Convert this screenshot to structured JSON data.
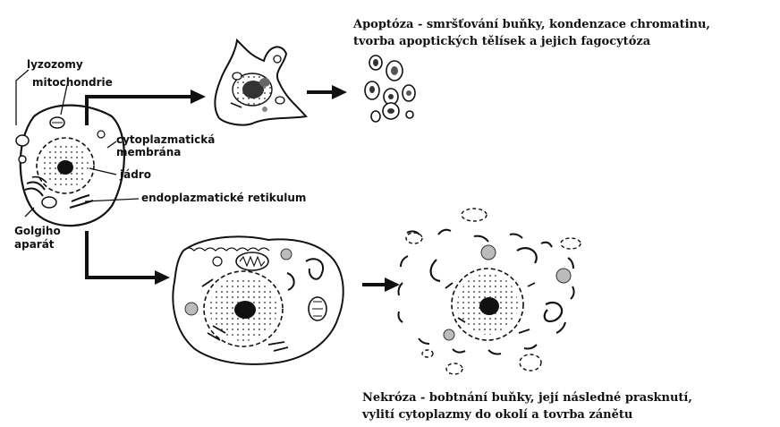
{
  "labels": {
    "lysosomes": "lyzozomy",
    "mitochondria": "mitochondrie",
    "membrane_line1": "cytoplazmatická",
    "membrane_line2": "membrána",
    "nucleus": "jádro",
    "er": "endoplazmatické retikulum",
    "golgi_line1": "Golgiho",
    "golgi_line2": "aparát"
  },
  "apoptosis": {
    "line1": "Apoptóza - smršťování buňky, kondenzace chromatinu,",
    "line2": "tvorba apoptických tělísek a jejich fagocytóza"
  },
  "necrosis": {
    "line1": "Nekróza - bobtnání buňky, její následné prasknutí,",
    "line2": "vylití cytoplazmy do okolí a tovrba zánětu"
  },
  "colors": {
    "ink": "#111111",
    "gray": "#999999",
    "dark_gray": "#555555"
  }
}
